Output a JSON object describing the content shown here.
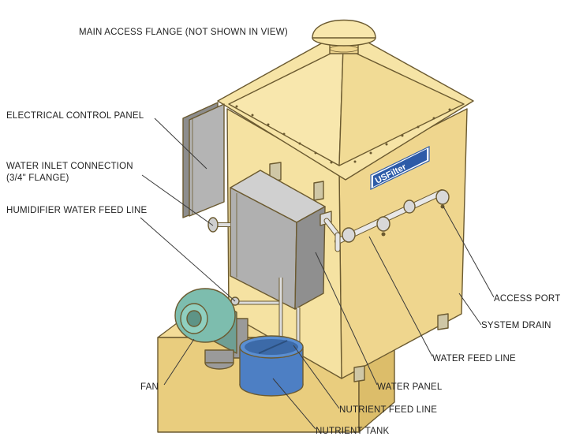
{
  "brand": {
    "logo_text": "USFilter"
  },
  "colors": {
    "housing_front": "#f5e2a2",
    "housing_side": "#efd68e",
    "roof": "#f8e7ad",
    "panel_grey": "#a9a9a9",
    "fan": "#6fae9e",
    "tank": "#4d7fc4",
    "logo_bg": "#2d5ba8"
  },
  "labels": {
    "main_access_flange": "MAIN ACCESS FLANGE (NOT SHOWN IN VIEW)",
    "electrical_control_panel": "ELECTRICAL CONTROL PANEL",
    "water_inlet_line1": "WATER INLET CONNECTION",
    "water_inlet_line2": "(3/4\" FLANGE)",
    "humidifier_feed_line": "HUMIDIFIER WATER FEED LINE",
    "access_port": "ACCESS PORT",
    "system_drain": "SYSTEM DRAIN",
    "water_feed_line": "WATER FEED LINE",
    "water_panel": "WATER PANEL",
    "fan": "FAN",
    "nutrient_feed_line": "NUTRIENT FEED LINE",
    "nutrient_tank": "NUTRIENT TANK"
  }
}
